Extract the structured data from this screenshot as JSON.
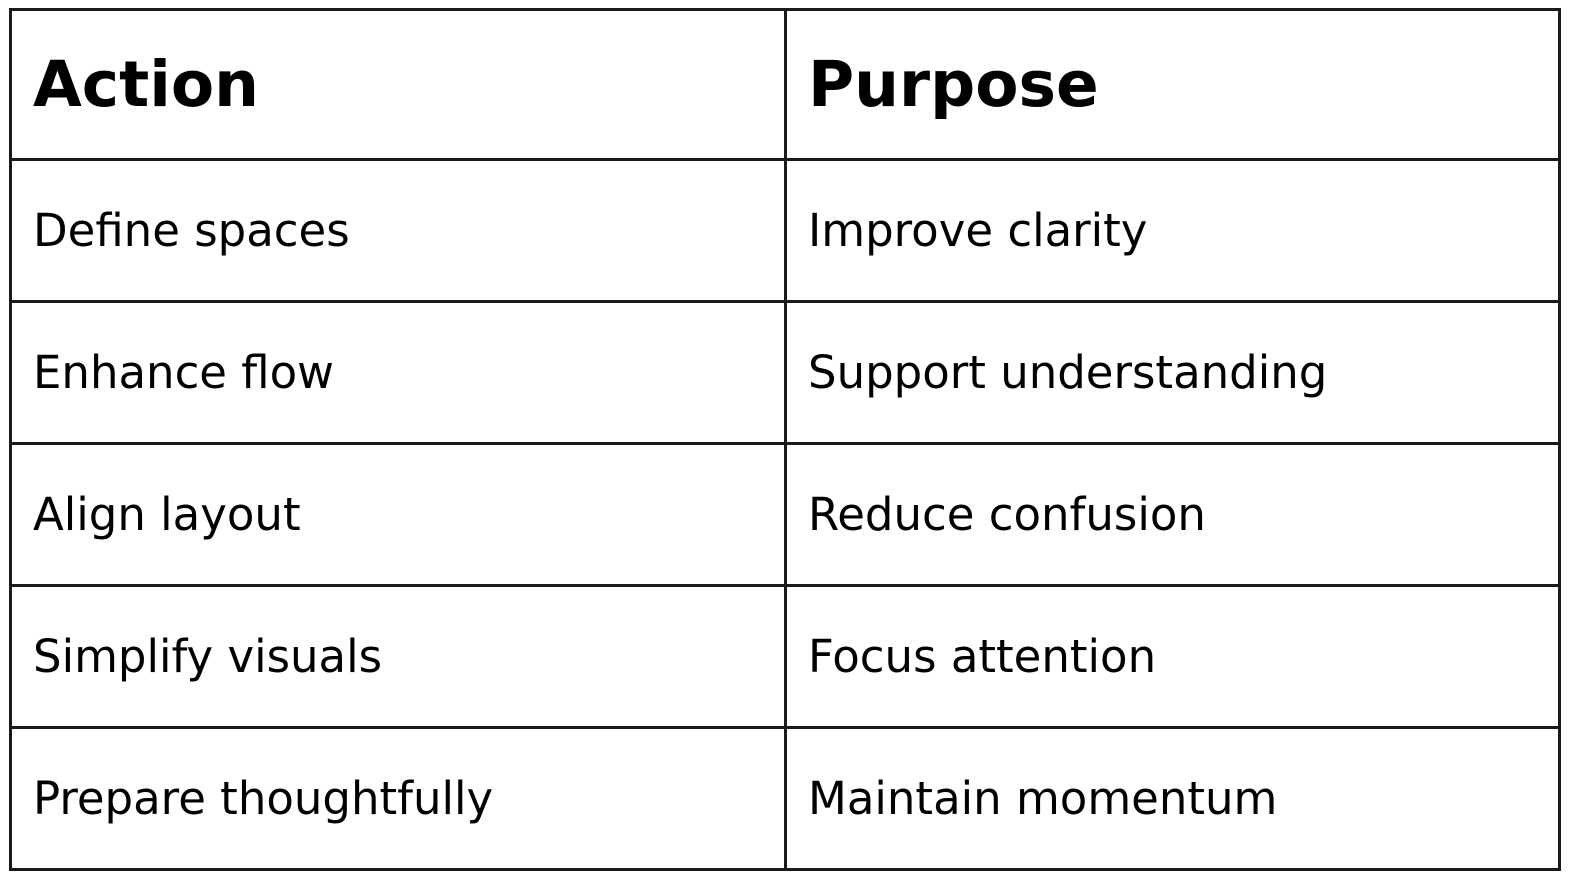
{
  "table": {
    "headers": [
      "Action",
      "Purpose"
    ],
    "rows": [
      [
        "Define spaces",
        "Improve clarity"
      ],
      [
        "Enhance flow",
        "Support understanding"
      ],
      [
        "Align layout",
        "Reduce confusion"
      ],
      [
        "Simplify visuals",
        "Focus attention"
      ],
      [
        "Prepare thoughtfully",
        "Maintain momentum"
      ]
    ]
  },
  "colors": {
    "border": "#1a1a1a",
    "text": "#000000",
    "background": "#ffffff"
  }
}
